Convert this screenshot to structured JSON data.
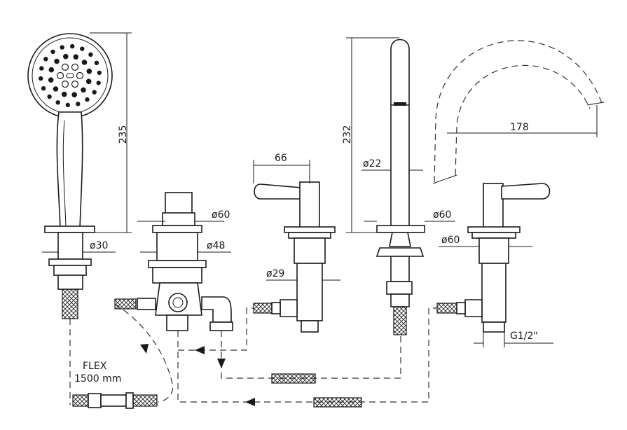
{
  "dimensions": {
    "shower_height": "235",
    "shower_base_dia": "ø30",
    "diverter_dia": "ø60",
    "diverter_body_dia": "ø48",
    "handle_length": "66",
    "valve_body_dia": "ø29",
    "spout_height": "232",
    "spout_dia": "ø22",
    "spout_base_dia": "ø60",
    "spout_reach": "178",
    "right_valve_dia": "ø60",
    "connection_thread": "G1/2\""
  },
  "hose": {
    "label": "FLEX",
    "length": "1500 mm"
  },
  "icons": {
    "shower_head": "shower-head-icon",
    "flow_arrow": "arrow-icon"
  }
}
